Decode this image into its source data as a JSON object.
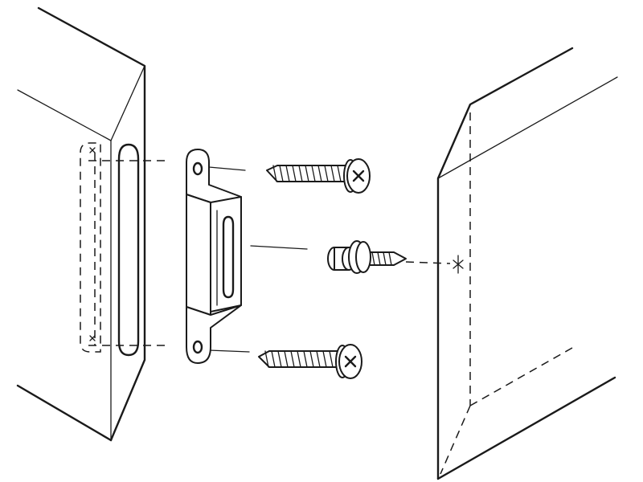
{
  "diagram": {
    "type": "exploded assembly illustration",
    "parts": [
      "left-panel",
      "connector-bracket",
      "screw-top",
      "screw-bottom",
      "cam-screw",
      "right-panel"
    ],
    "colors": {
      "line": "#1a1a1a",
      "background": "#ffffff"
    }
  }
}
